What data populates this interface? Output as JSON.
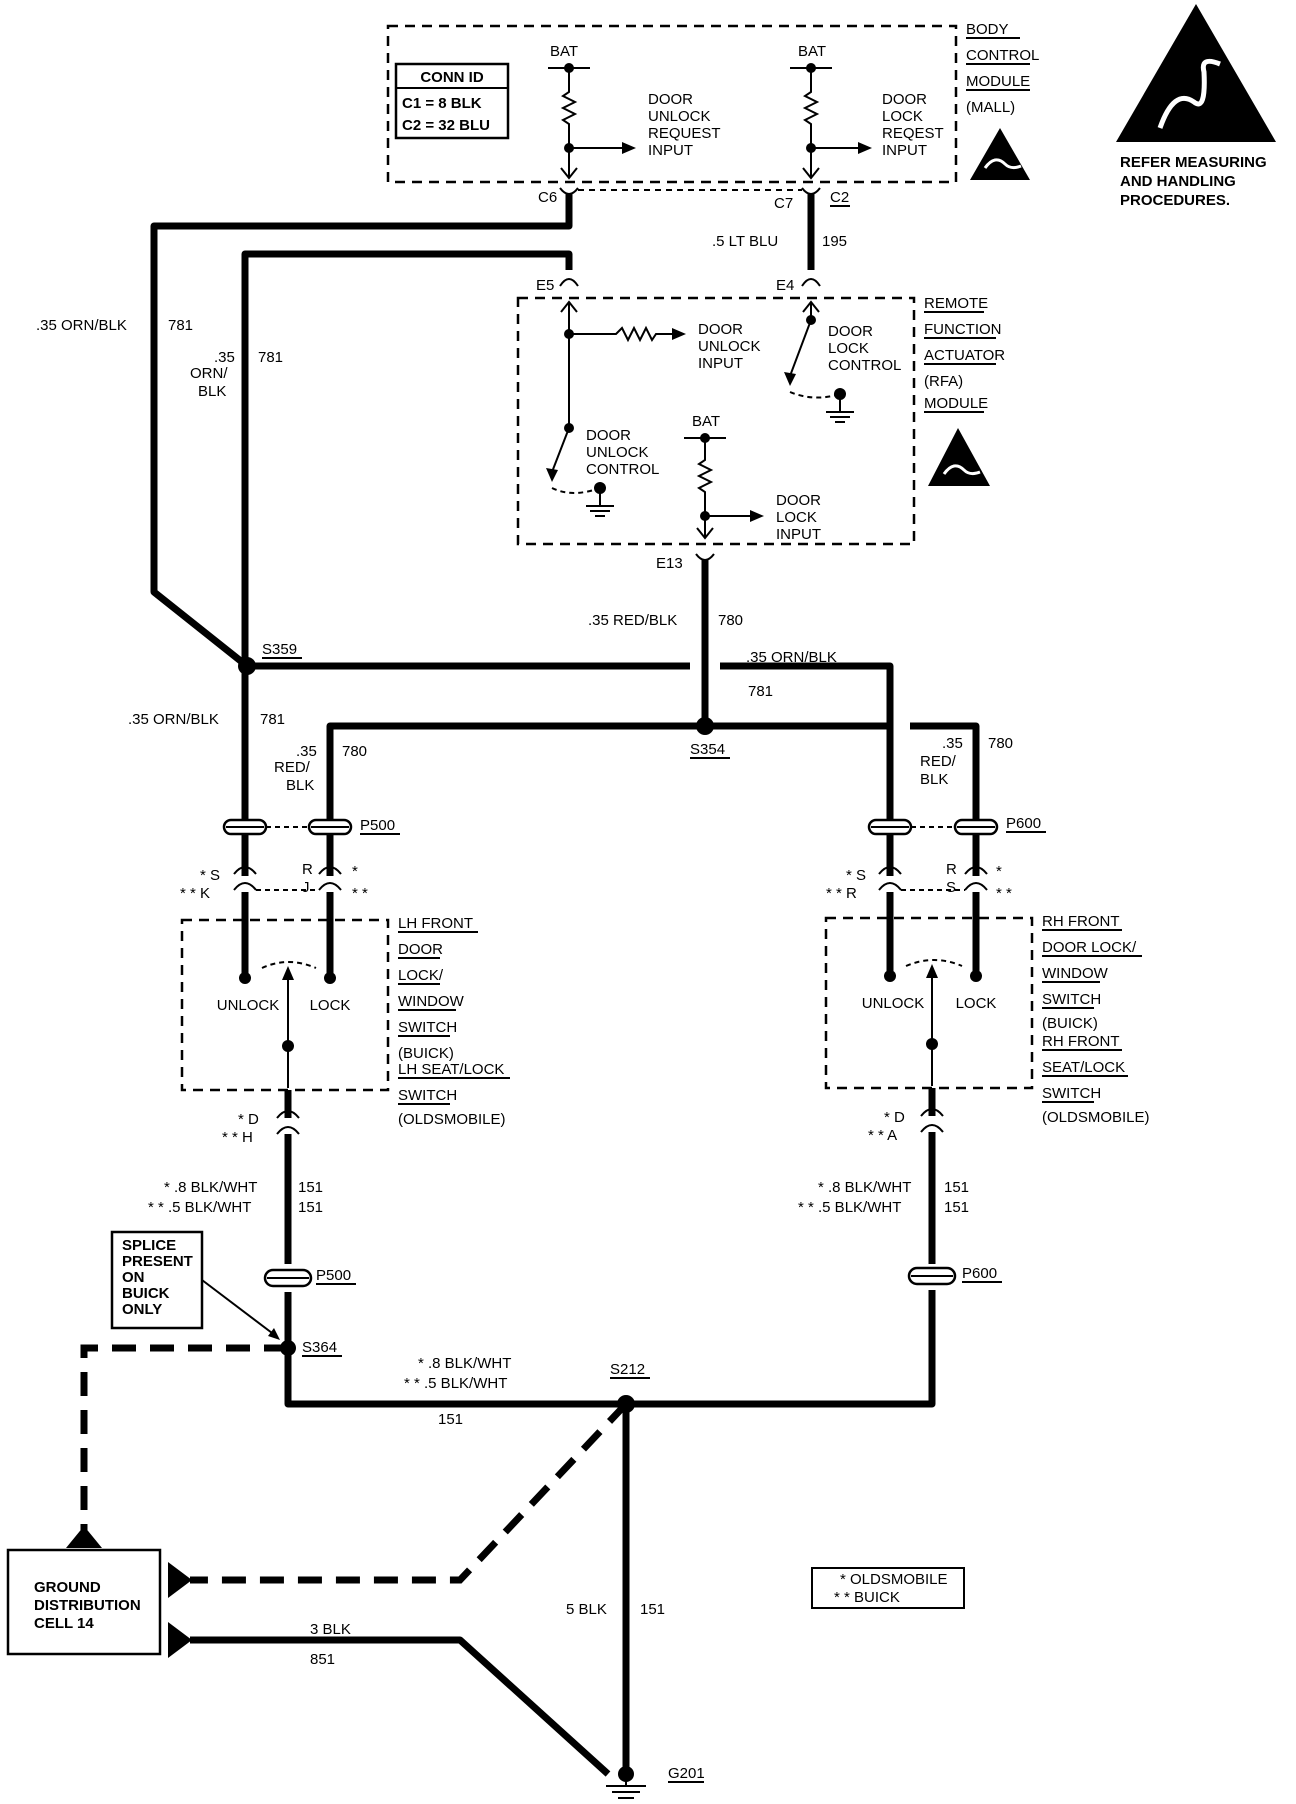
{
  "bcm": {
    "name_lines": [
      "BODY",
      "CONTROL",
      "MODULE",
      "(MALL)"
    ],
    "bat_label": "BAT",
    "unlock_input_lines": [
      "DOOR",
      "UNLOCK",
      "REQUEST",
      "INPUT"
    ],
    "lock_input_lines": [
      "DOOR",
      "LOCK",
      "REQEST",
      "INPUT"
    ],
    "conn_id": {
      "title": "CONN ID",
      "c1": "C1 = 8 BLK",
      "c2": "C2 = 32 BLU"
    },
    "pins": {
      "c6": "C6",
      "c7": "C7",
      "c2": "C2"
    }
  },
  "esd": {
    "note_lines": [
      "REFER MEASURING",
      "AND HANDLING",
      "PROCEDURES."
    ]
  },
  "wire_195": {
    "gauge_color": ".5 LT BLU",
    "circuit": "195"
  },
  "rfa": {
    "name_lines": [
      "REMOTE",
      "FUNCTION",
      "ACTUATOR",
      "(RFA)",
      "MODULE"
    ],
    "pins": {
      "e5": "E5",
      "e4": "E4",
      "e13": "E13"
    },
    "unlock_input_lines": [
      "DOOR",
      "UNLOCK",
      "INPUT"
    ],
    "lock_control_lines": [
      "DOOR",
      "LOCK",
      "CONTROL"
    ],
    "unlock_control_lines": [
      "DOOR",
      "UNLOCK",
      "CONTROL"
    ],
    "lock_input_lines": [
      "DOOR",
      "LOCK",
      "INPUT"
    ],
    "bat_label": "BAT"
  },
  "wire_781": {
    "left_label": ".35 ORN/BLK",
    "circuit": "781",
    "stacked_lines": [
      ".35",
      "ORN/",
      "BLK"
    ],
    "right_label": ".35 ORN/BLK"
  },
  "wire_780": {
    "label": ".35 RED/BLK",
    "circuit": "780",
    "stacked_lines": [
      ".35",
      "RED/",
      "BLK"
    ]
  },
  "splices": {
    "s359": "S359",
    "s354": "S354",
    "s364": "S364",
    "s212": "S212",
    "g201": "G201"
  },
  "connectors": {
    "p500": "P500",
    "p600": "P600"
  },
  "lh_switch": {
    "name_lines": [
      "LH FRONT",
      "DOOR",
      "LOCK/",
      "WINDOW",
      "SWITCH",
      "(BUICK)",
      "LH SEAT/LOCK",
      "SWITCH",
      "(OLDSMOBILE)"
    ],
    "unlock": "UNLOCK",
    "lock": "LOCK",
    "pin_s": "* S",
    "pin_k": "* * K",
    "pin_r": "R",
    "pin_j": "J",
    "star1": "*",
    "star2": "* *",
    "pin_d": "* D",
    "pin_h": "* * H"
  },
  "rh_switch": {
    "name_lines": [
      "RH FRONT",
      "DOOR LOCK/",
      "WINDOW",
      "SWITCH",
      "(BUICK)",
      "RH FRONT",
      "SEAT/LOCK",
      "SWITCH",
      "(OLDSMOBILE)"
    ],
    "unlock": "UNLOCK",
    "lock": "LOCK",
    "pin_s": "* S",
    "pin_r_left": "* * R",
    "pin_r": "R",
    "pin_s2": "S",
    "star1": "*",
    "star2": "* *",
    "pin_d": "* D",
    "pin_a": "* * A"
  },
  "wire_151": {
    "olds_label": "* .8 BLK/WHT",
    "buick_label": "* * .5 BLK/WHT",
    "circuit": "151",
    "ground_label": "5 BLK"
  },
  "splice_note_lines": [
    "SPLICE",
    "PRESENT",
    "ON",
    "BUICK",
    "ONLY"
  ],
  "ground_dist_lines": [
    "GROUND",
    "DISTRIBUTION",
    "CELL 14"
  ],
  "wire_851": {
    "gauge_color": "3 BLK",
    "circuit": "851"
  },
  "legend": {
    "olds": "* OLDSMOBILE",
    "buick": "* * BUICK"
  }
}
